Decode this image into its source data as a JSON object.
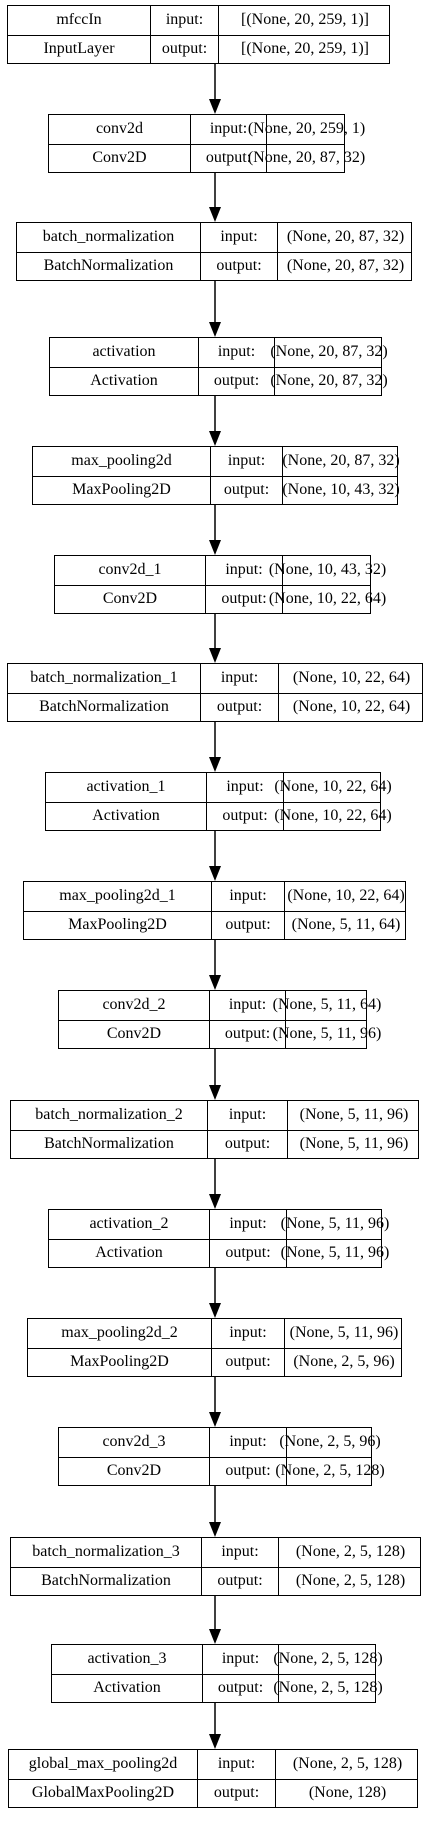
{
  "labels": {
    "input": "input:",
    "output": "output:"
  },
  "layers": [
    {
      "name": "mfccIn",
      "type": "InputLayer",
      "input": "[(None, 20, 259, 1)]",
      "output": "[(None, 20, 259, 1)]"
    },
    {
      "name": "conv2d",
      "type": "Conv2D",
      "input": "(None, 20, 259, 1)",
      "output": "(None, 20, 87, 32)"
    },
    {
      "name": "batch_normalization",
      "type": "BatchNormalization",
      "input": "(None, 20, 87, 32)",
      "output": "(None, 20, 87, 32)"
    },
    {
      "name": "activation",
      "type": "Activation",
      "input": "(None, 20, 87, 32)",
      "output": "(None, 20, 87, 32)"
    },
    {
      "name": "max_pooling2d",
      "type": "MaxPooling2D",
      "input": "(None, 20, 87, 32)",
      "output": "(None, 10, 43, 32)"
    },
    {
      "name": "conv2d_1",
      "type": "Conv2D",
      "input": "(None, 10, 43, 32)",
      "output": "(None, 10, 22, 64)"
    },
    {
      "name": "batch_normalization_1",
      "type": "BatchNormalization",
      "input": "(None, 10, 22, 64)",
      "output": "(None, 10, 22, 64)"
    },
    {
      "name": "activation_1",
      "type": "Activation",
      "input": "(None, 10, 22, 64)",
      "output": "(None, 10, 22, 64)"
    },
    {
      "name": "max_pooling2d_1",
      "type": "MaxPooling2D",
      "input": "(None, 10, 22, 64)",
      "output": "(None, 5, 11, 64)"
    },
    {
      "name": "conv2d_2",
      "type": "Conv2D",
      "input": "(None, 5, 11, 64)",
      "output": "(None, 5, 11, 96)"
    },
    {
      "name": "batch_normalization_2",
      "type": "BatchNormalization",
      "input": "(None, 5, 11, 96)",
      "output": "(None, 5, 11, 96)"
    },
    {
      "name": "activation_2",
      "type": "Activation",
      "input": "(None, 5, 11, 96)",
      "output": "(None, 5, 11, 96)"
    },
    {
      "name": "max_pooling2d_2",
      "type": "MaxPooling2D",
      "input": "(None, 5, 11, 96)",
      "output": "(None, 2, 5, 96)"
    },
    {
      "name": "conv2d_3",
      "type": "Conv2D",
      "input": "(None, 2, 5, 96)",
      "output": "(None, 2, 5, 128)"
    },
    {
      "name": "batch_normalization_3",
      "type": "BatchNormalization",
      "input": "(None, 2, 5, 128)",
      "output": "(None, 2, 5, 128)"
    },
    {
      "name": "activation_3",
      "type": "Activation",
      "input": "(None, 2, 5, 128)",
      "output": "(None, 2, 5, 128)"
    },
    {
      "name": "global_max_pooling2d",
      "type": "GlobalMaxPooling2D",
      "input": "(None, 2, 5, 128)",
      "output": "(None, 128)"
    }
  ]
}
